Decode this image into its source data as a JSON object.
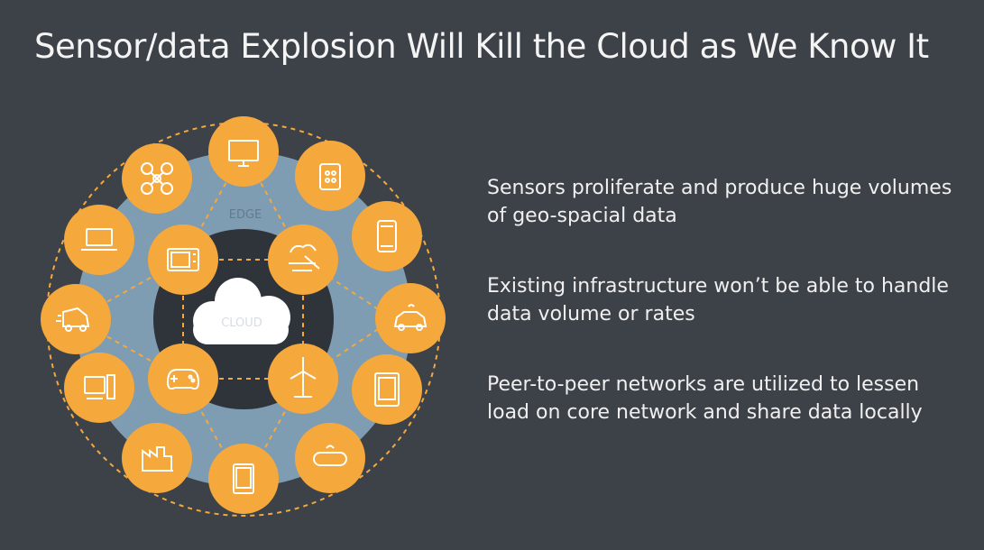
{
  "slide": {
    "title": "Sensor/data Explosion Will Kill the Cloud as We Know It"
  },
  "diagram": {
    "edge_label": "EDGE",
    "cloud_label": "CLOUD",
    "colors": {
      "background": "#3d4148",
      "edge_ring": "#7f9db2",
      "core_ring": "#2f333a",
      "node": "#f5a93d",
      "cloud": "#ffffff",
      "connector": "#f5a93d"
    },
    "outer_nodes": [
      "monitor-icon",
      "phone-case-icon",
      "smartphone-icon",
      "car-icon",
      "ereader-icon",
      "wearable-band-icon",
      "tablet-icon",
      "factory-icon",
      "computer-tower-icon",
      "trash-truck-icon",
      "laptop-icon",
      "drone-icon"
    ],
    "inner_nodes": [
      "weather-icon",
      "wind-turbine-icon",
      "gamepad-icon",
      "appliance-icon"
    ]
  },
  "bullets": [
    "Sensors proliferate and produce huge volumes of geo-spacial data",
    "Existing infrastructure won’t be able to handle data volume or rates",
    "Peer-to-peer networks are utilized to lessen load on core network and share data locally"
  ]
}
